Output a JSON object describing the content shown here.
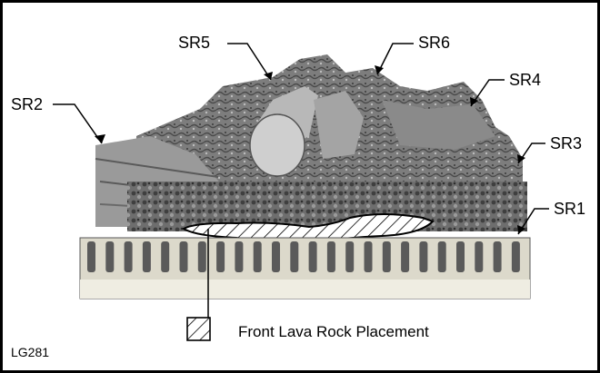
{
  "labels": {
    "sr1": "SR1",
    "sr2": "SR2",
    "sr3": "SR3",
    "sr4": "SR4",
    "sr5": "SR5",
    "sr6": "SR6"
  },
  "legend": {
    "text": "Front Lava Rock Placement",
    "swatch_icon": "hatched-square-icon"
  },
  "figure_id": "LG281",
  "colors": {
    "frame": "#000000",
    "logs_dark": "#4a4a4a",
    "logs_mid": "#8c8c8c",
    "logs_light": "#c8c8c8",
    "grate": "#d9d6c8"
  }
}
